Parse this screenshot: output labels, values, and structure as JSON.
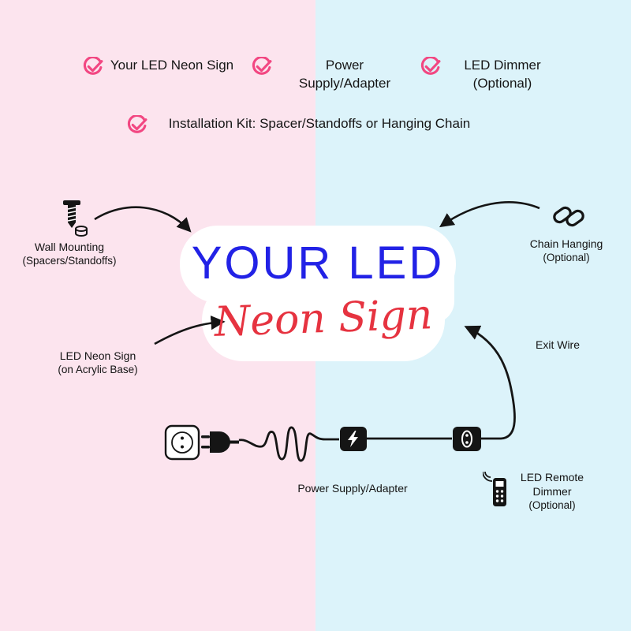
{
  "colors": {
    "bg_left": "#fce4ee",
    "bg_right": "#dcf3fa",
    "check_pink": "#f24782",
    "sign_blue": "#2222e6",
    "sign_red": "#e63340",
    "ink": "#151515"
  },
  "checklist": [
    {
      "label": "Your LED Neon Sign"
    },
    {
      "label": "Power Supply/Adapter"
    },
    {
      "label": "LED Dimmer (Optional)"
    },
    {
      "label": "Installation Kit: Spacer/Standoffs or Hanging Chain"
    }
  ],
  "sign": {
    "line1": "YOUR LED",
    "line2": "Neon Sign"
  },
  "labels": {
    "wall_mounting": "Wall Mounting",
    "wall_mounting_sub": "(Spacers/Standoffs)",
    "chain_hanging": "Chain Hanging",
    "chain_hanging_sub": "(Optional)",
    "led_neon_sign": "LED Neon Sign",
    "led_neon_sign_sub": "(on Acrylic Base)",
    "exit_wire": "Exit Wire",
    "power_supply": "Power Supply/Adapter",
    "remote_line1": "LED Remote",
    "remote_line2": "Dimmer",
    "remote_line3": "(Optional)"
  },
  "icons": [
    "checkmark-icon",
    "screw-standoff-icon",
    "chain-link-icon",
    "wall-socket-icon",
    "power-plug-icon",
    "power-adapter-icon",
    "inline-dimmer-icon",
    "remote-control-icon"
  ]
}
